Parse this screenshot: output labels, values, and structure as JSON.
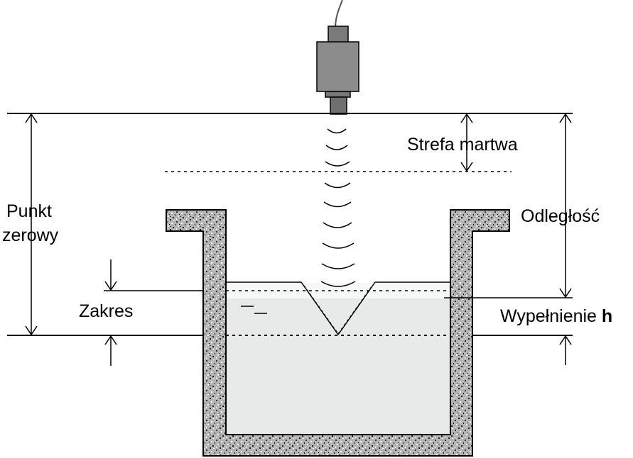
{
  "labels": {
    "dead_zone": "Strefa martwa",
    "zero_point_line1": "Punkt",
    "zero_point_line2": "zerowy",
    "distance": "Odległość",
    "range": "Zakres",
    "fill_prefix": "Wypełnienie ",
    "fill_symbol": "h"
  },
  "colors": {
    "line": "#000000",
    "liquid": "#e8eaea",
    "tank_wall": "#a9a9a9",
    "sensor_body": "#8c8c8c",
    "sensor_dark": "#6f6f6f",
    "background": "#ffffff"
  }
}
